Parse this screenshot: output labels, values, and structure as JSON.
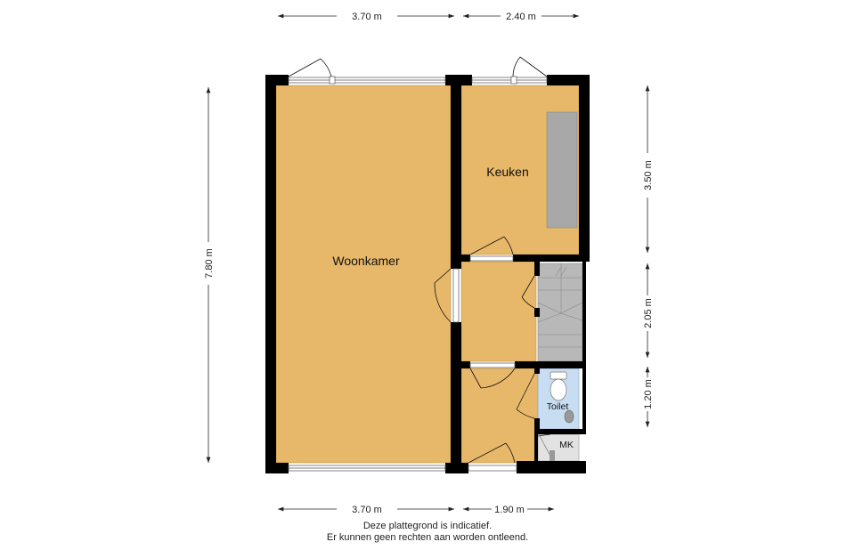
{
  "dimensions": {
    "top_left": "3.70 m",
    "top_right": "2.40 m",
    "bottom_left": "3.70 m",
    "bottom_right": "1.90 m",
    "left_total": "7.80 m",
    "right_top": "3.50 m",
    "right_middle": "2.05 m",
    "right_bottom": "1.20 m"
  },
  "rooms": {
    "living": "Woonkamer",
    "kitchen": "Keuken",
    "toilet": "Toilet",
    "meter": "MK"
  },
  "disclaimer": {
    "line1": "Deze plattegrond is indicatief.",
    "line2": "Er kunnen geen rechten aan worden ontleend."
  },
  "colors": {
    "floor": "#E8B86A",
    "wall": "#000000",
    "toilet_floor": "#C8DDF2",
    "stairs": "#B8B8B8",
    "counter": "#A8A8A8"
  }
}
